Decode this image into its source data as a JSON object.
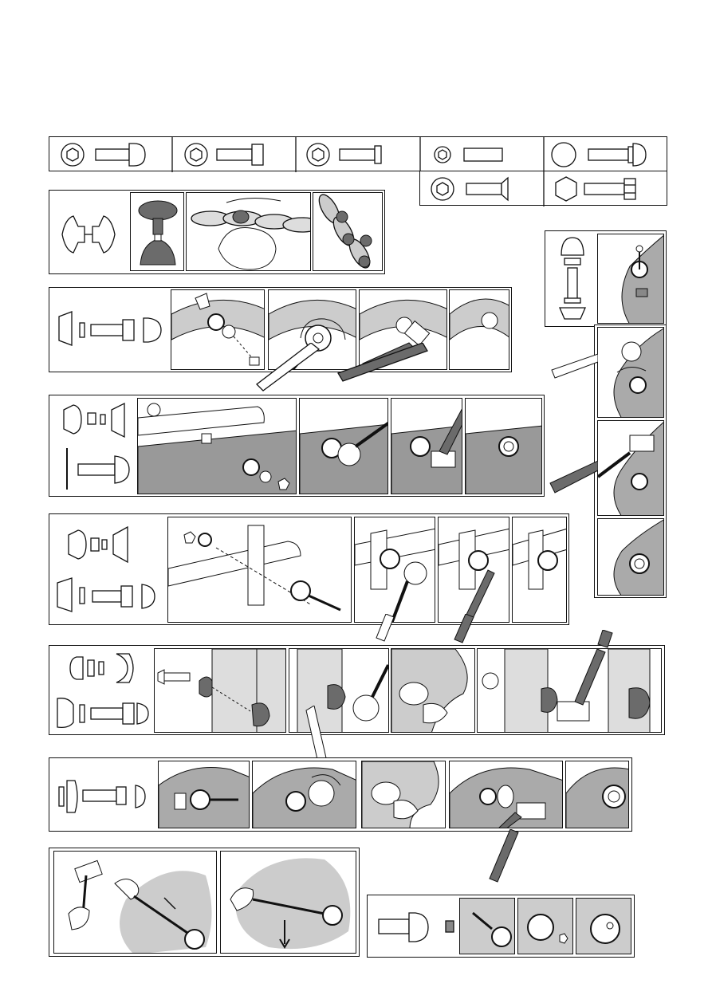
{
  "document": {
    "type": "pictorial assembly instruction sheet",
    "has_text": false
  },
  "colors": {
    "line": "#111111",
    "shade": "#c9c9c9",
    "dark": "#6b6b6b",
    "paper": "#ffffff"
  },
  "bolt_legend": {
    "items": [
      {
        "head_icon": "hex-socket-icon",
        "bolt_icon": "round-head-bolt-icon"
      },
      {
        "head_icon": "hex-socket-icon",
        "bolt_icon": "flat-head-bolt-icon"
      },
      {
        "head_icon": "hex-socket-icon",
        "bolt_icon": "flat-head-bolt-icon"
      },
      {
        "head_icon": "hex-socket-small-icon",
        "bolt_icon": "sleeve-icon"
      },
      {
        "head_icon": "round-head-icon",
        "bolt_icon": "carriage-bolt-icon"
      },
      {
        "head_icon": "hex-socket-icon",
        "bolt_icon": "countersunk-bolt-icon"
      },
      {
        "head_icon": "hex-head-icon",
        "bolt_icon": "hex-bolt-icon"
      }
    ]
  },
  "steps": [
    {
      "id": "chain-cover",
      "panels": 4
    },
    {
      "id": "hex-bolt-chain",
      "panels": 4
    },
    {
      "id": "carriage-bolt-plate",
      "panels": 4
    },
    {
      "id": "tube-bracket",
      "panels": 4
    },
    {
      "id": "dome-cap-wall",
      "panels": 4
    },
    {
      "id": "dome-cap-curve",
      "panels": 5
    },
    {
      "id": "removal-with-tool",
      "panels": 2
    },
    {
      "id": "screw-cap-insert",
      "panels": 3
    },
    {
      "id": "side-column",
      "panels": 4
    }
  ]
}
